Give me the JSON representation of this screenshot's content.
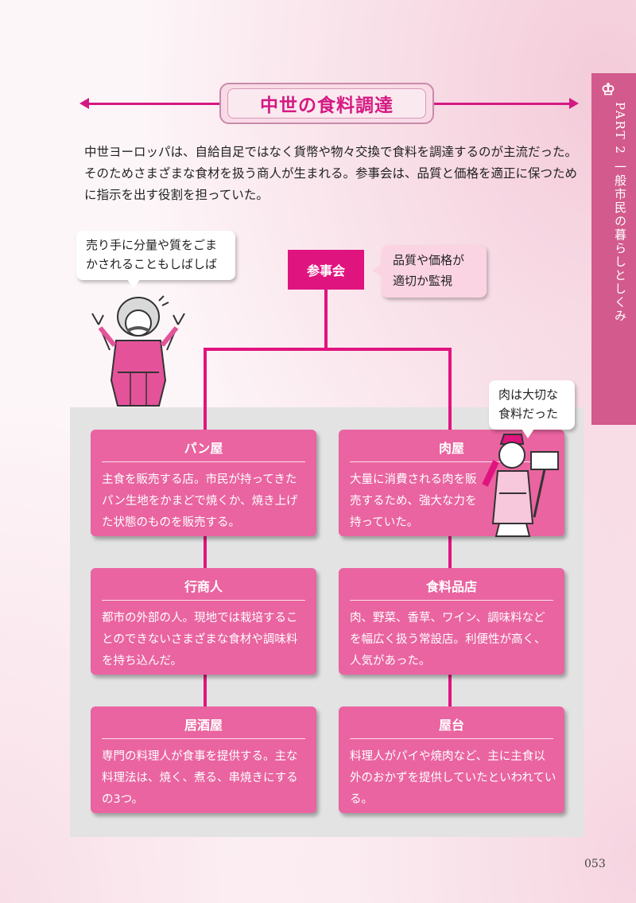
{
  "side": {
    "part": "PART 2",
    "section": "一般市民の暮らしとしくみ"
  },
  "title": "中世の食料調達",
  "intro": "中世ヨーロッパは、自給自足ではなく貨幣や物々交換で食料を調達するのが主流だった。そのためさまざまな食材を扱う商人が生まれる。参事会は、品質と価格を適正に保つために指示を出す役割を担っていた。",
  "diagram": {
    "root": "参事会",
    "root_note": [
      "品質や価格が",
      "適切か監視"
    ],
    "left_bubble": [
      "売り手に分量や質をごま",
      "かされることもしばしば"
    ],
    "right_bubble": [
      "肉は大切な",
      "食料だった"
    ],
    "cards": [
      {
        "title": "パン屋",
        "desc": "主食を販売する店。市民が持ってきたパン生地をかまどで焼くか、焼き上げた状態のものを販売する。"
      },
      {
        "title": "肉屋",
        "desc": "大量に消費される肉を販売するため、強大な力を持っていた。"
      },
      {
        "title": "行商人",
        "desc": "都市の外部の人。現地では栽培することのできないさまざまな食材や調味料を持ち込んだ。"
      },
      {
        "title": "食料品店",
        "desc": "肉、野菜、香草、ワイン、調味料などを幅広く扱う常設店。利便性が高く、人気があった。"
      },
      {
        "title": "居酒屋",
        "desc": "専門の料理人が食事を提供する。主な料理法は、焼く、煮る、串焼きにするの3つ。"
      },
      {
        "title": "屋台",
        "desc": "料理人がパイや焼肉など、主に主食以外のおかずを提供していたといわれている。"
      }
    ]
  },
  "page_number": "053",
  "colors": {
    "accent": "#e0147f",
    "card": "#e964a0",
    "tab": "#d25a8c"
  }
}
